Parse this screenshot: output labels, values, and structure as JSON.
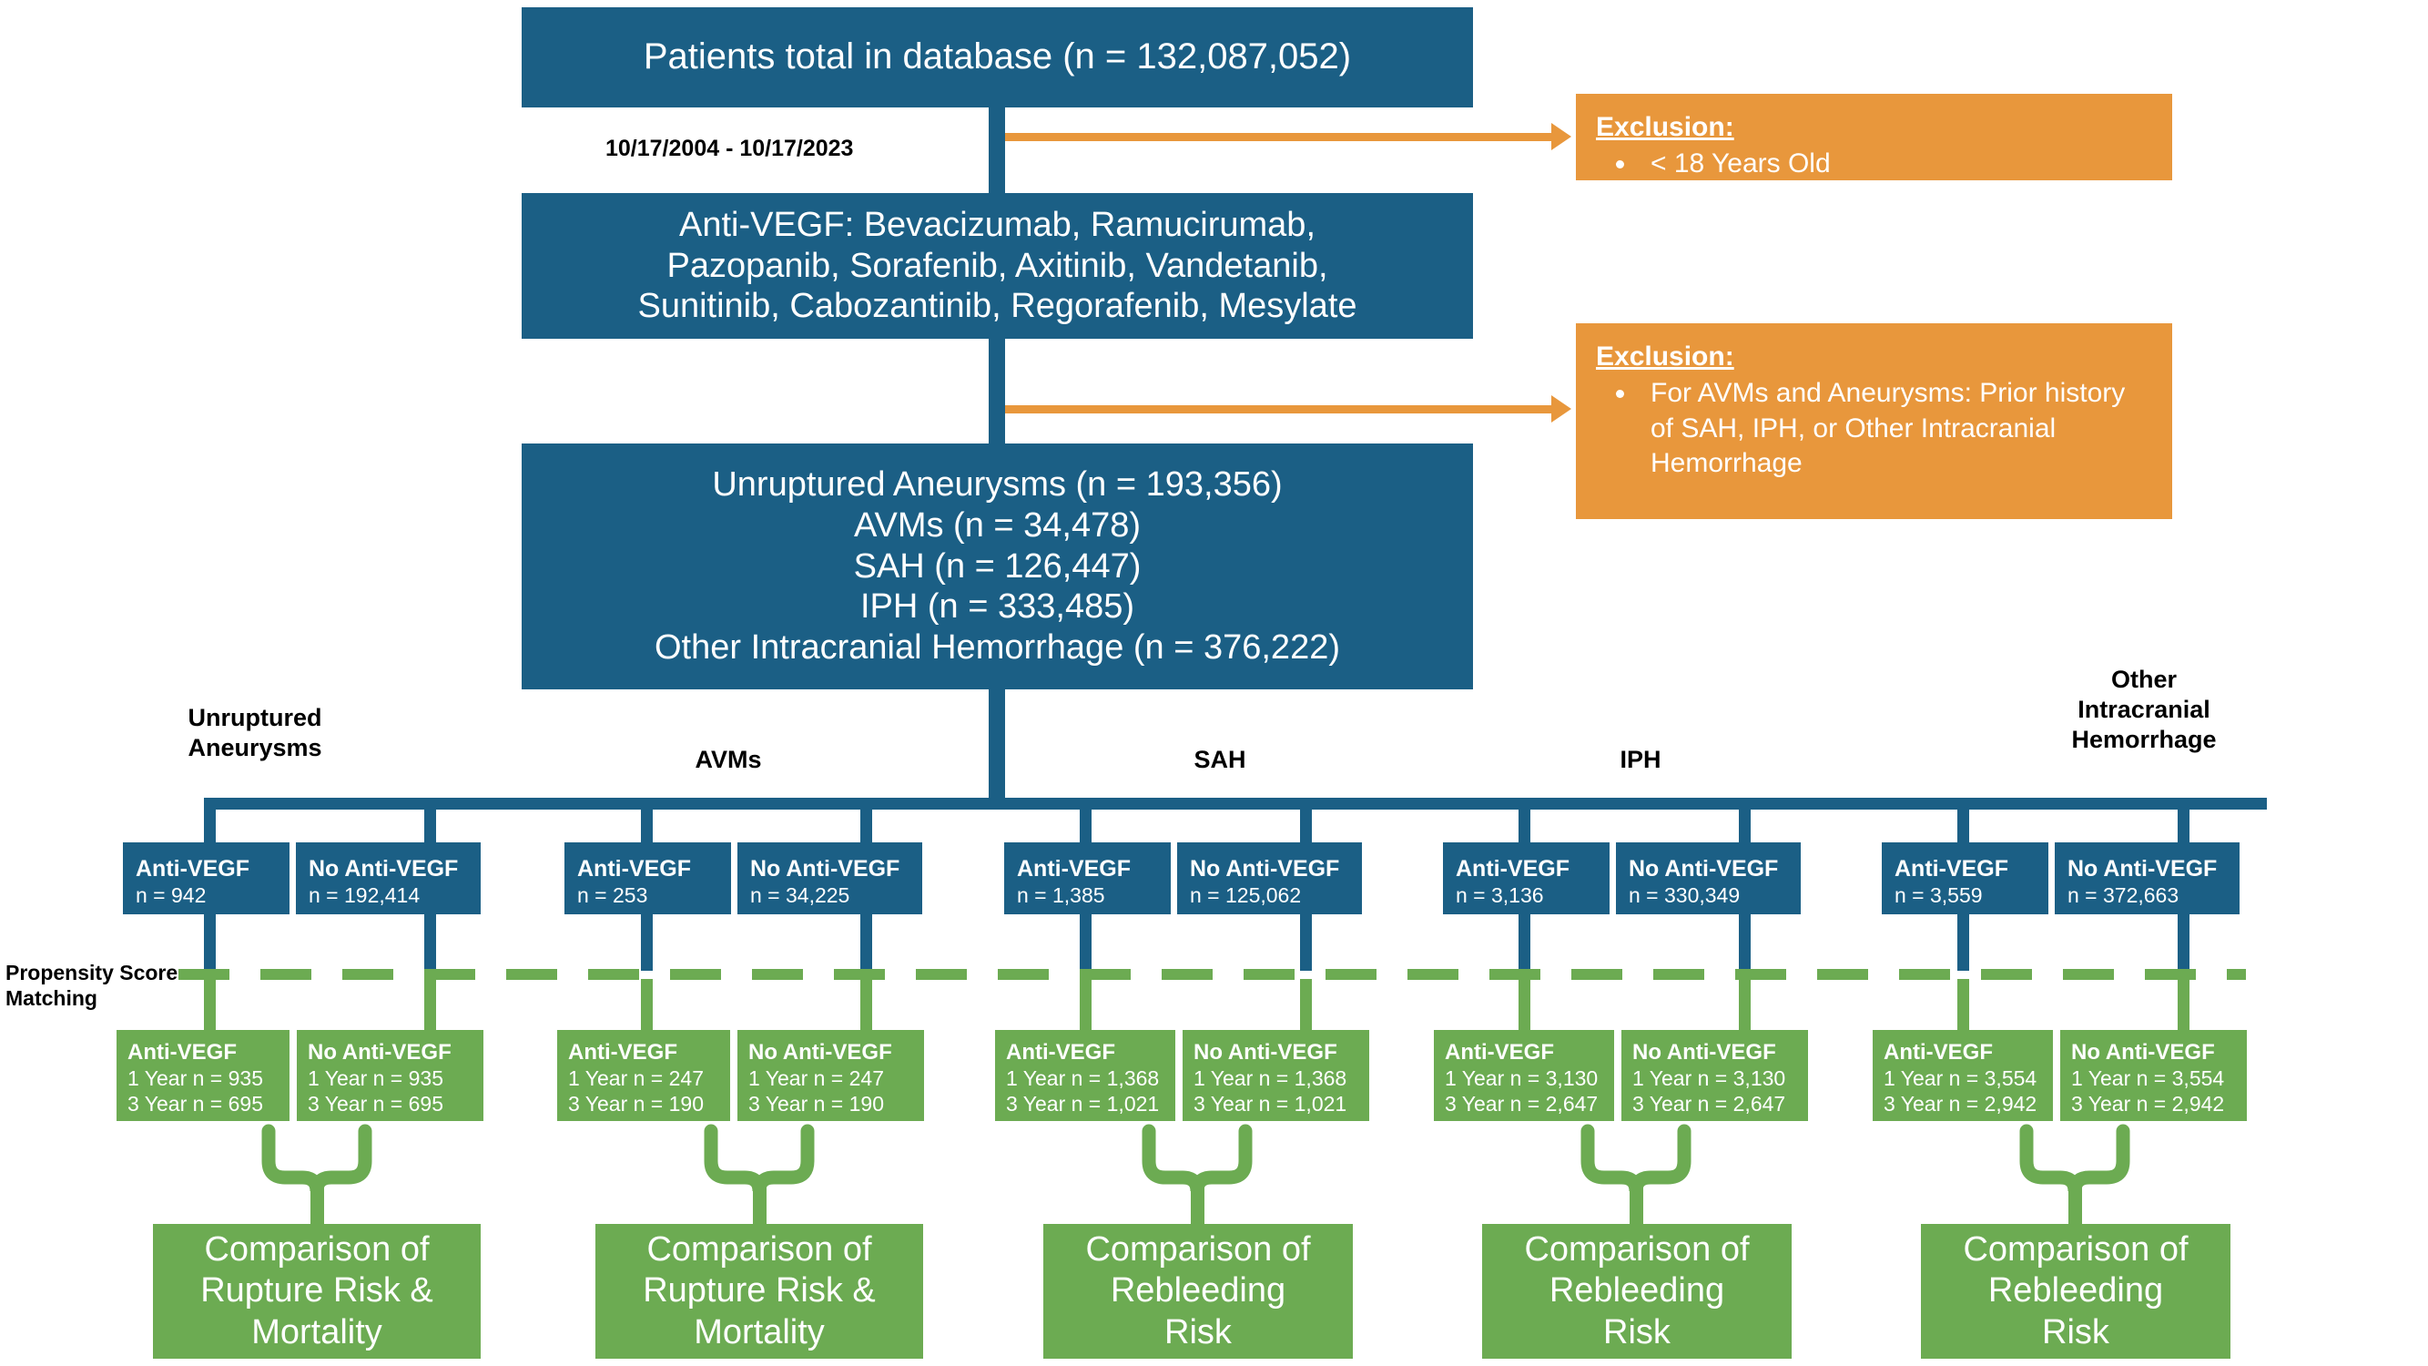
{
  "flowchart": {
    "title": "Anti-VEGF Intracranial Hemorrhage Study Flowchart",
    "colors": {
      "blue": "#1b5f85",
      "green": "#6cab52",
      "orange": "#e8973c",
      "text_light": "#ffffff",
      "text_dark": "#000000"
    },
    "top": {
      "total_box": "Patients total in database (n = 132,087,052)",
      "date_range": "10/17/2004 - 10/17/2023",
      "drugs_box_lines": [
        "Anti-VEGF: Bevacizumab, Ramucirumab,",
        "Pazopanib, Sorafenib, Axitinib, Vandetanib,",
        "Sunitinib, Cabozantinib, Regorafenib, Mesylate"
      ],
      "cohort_box_lines": [
        "Unruptured Aneurysms (n = 193,356)",
        "AVMs (n = 34,478)",
        "SAH (n = 126,447)",
        "IPH (n = 333,485)",
        "Other Intracranial Hemorrhage (n = 376,222)"
      ]
    },
    "exclusions": [
      {
        "title": "Exclusion:",
        "items": [
          "< 18 Years Old"
        ]
      },
      {
        "title": "Exclusion:",
        "items": [
          "For AVMs and Aneurysms: Prior history of SAH, IPH, or Other Intracranial Hemorrhage"
        ]
      }
    ],
    "propensity_label": "Propensity Score Matching",
    "categories": [
      {
        "label_lines": [
          "Unruptured",
          "Aneurysms"
        ],
        "arms": [
          {
            "title": "Anti-VEGF",
            "n": "n = 942"
          },
          {
            "title": "No Anti-VEGF",
            "n": "n = 192,414"
          }
        ],
        "matched": [
          {
            "title": "Anti-VEGF",
            "year1": "1 Year n = 935",
            "year3": "3 Year n = 695"
          },
          {
            "title": "No Anti-VEGF",
            "year1": "1 Year n = 935",
            "year3": "3 Year n = 695"
          }
        ],
        "comparison_lines": [
          "Comparison of",
          "Rupture Risk &",
          "Mortality"
        ]
      },
      {
        "label_lines": [
          "AVMs"
        ],
        "arms": [
          {
            "title": "Anti-VEGF",
            "n": "n = 253"
          },
          {
            "title": "No Anti-VEGF",
            "n": "n = 34,225"
          }
        ],
        "matched": [
          {
            "title": "Anti-VEGF",
            "year1": "1 Year n = 247",
            "year3": "3 Year n = 190"
          },
          {
            "title": "No Anti-VEGF",
            "year1": "1 Year n = 247",
            "year3": "3 Year n = 190"
          }
        ],
        "comparison_lines": [
          "Comparison of",
          "Rupture Risk &",
          "Mortality"
        ]
      },
      {
        "label_lines": [
          "SAH"
        ],
        "arms": [
          {
            "title": "Anti-VEGF",
            "n": "n = 1,385"
          },
          {
            "title": "No Anti-VEGF",
            "n": "n = 125,062"
          }
        ],
        "matched": [
          {
            "title": "Anti-VEGF",
            "year1": "1 Year n = 1,368",
            "year3": "3 Year n = 1,021"
          },
          {
            "title": "No Anti-VEGF",
            "year1": "1 Year n = 1,368",
            "year3": "3 Year n = 1,021"
          }
        ],
        "comparison_lines": [
          "Comparison of",
          "Rebleeding",
          "Risk"
        ]
      },
      {
        "label_lines": [
          "IPH"
        ],
        "arms": [
          {
            "title": "Anti-VEGF",
            "n": "n = 3,136"
          },
          {
            "title": "No Anti-VEGF",
            "n": "n = 330,349"
          }
        ],
        "matched": [
          {
            "title": "Anti-VEGF",
            "year1": "1 Year n = 3,130",
            "year3": "3 Year n = 2,647"
          },
          {
            "title": "No Anti-VEGF",
            "year1": "1 Year n = 3,130",
            "year3": "3 Year n = 2,647"
          }
        ],
        "comparison_lines": [
          "Comparison of",
          "Rebleeding",
          "Risk"
        ]
      },
      {
        "label_lines": [
          "Other",
          "Intracranial",
          "Hemorrhage"
        ],
        "arms": [
          {
            "title": "Anti-VEGF",
            "n": "n = 3,559"
          },
          {
            "title": "No Anti-VEGF",
            "n": "n = 372,663"
          }
        ],
        "matched": [
          {
            "title": "Anti-VEGF",
            "year1": "1 Year n = 3,554",
            "year3": "3 Year n = 2,942"
          },
          {
            "title": "No Anti-VEGF",
            "year1": "1 Year n = 3,554",
            "year3": "3 Year n = 2,942"
          }
        ],
        "comparison_lines": [
          "Comparison of",
          "Rebleeding",
          "Risk"
        ]
      }
    ]
  }
}
